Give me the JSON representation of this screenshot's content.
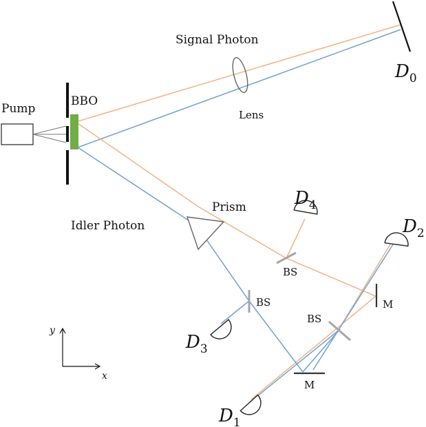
{
  "labels": {
    "pump": "Pump",
    "bbo": "BBO",
    "signal_photon": "Signal Photon",
    "lens": "Lens",
    "idler_photon": "Idler Photon",
    "prism": "Prism",
    "bs_1": "BS",
    "bs_2": "BS",
    "bs_3": "BS",
    "mirror_1": "M",
    "mirror_2": "M",
    "axis_x": "x",
    "axis_y": "y"
  },
  "detectors": {
    "d0": {
      "letter": "D",
      "sub": "0"
    },
    "d1": {
      "letter": "D",
      "sub": "1"
    },
    "d2": {
      "letter": "D",
      "sub": "2"
    },
    "d3": {
      "letter": "D",
      "sub": "3"
    },
    "d4": {
      "letter": "D",
      "sub": "4"
    }
  },
  "colors": {
    "beam_orange": "#f4b183",
    "beam_blue": "#6fa0d0",
    "crystal_green": "#70ad47",
    "splitter_gray": "#a6a6a6",
    "ink": "#111111",
    "optic_gray": "#555555"
  }
}
